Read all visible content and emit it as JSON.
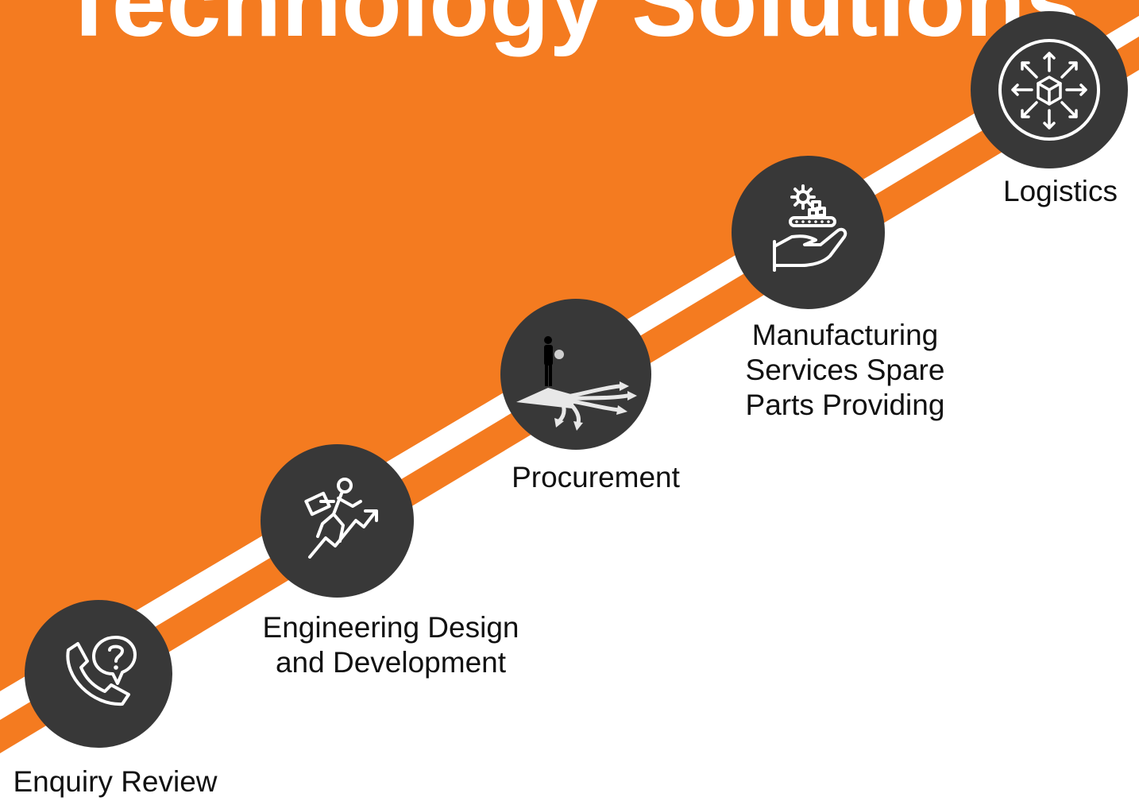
{
  "title": "Technology Solutions",
  "colors": {
    "accent": "#F47B20",
    "circle": "#383838",
    "icon": "#ffffff",
    "text": "#111111",
    "background": "#ffffff"
  },
  "steps": [
    {
      "icon": "phone-question-icon",
      "lines": [
        "Enquiry Review"
      ]
    },
    {
      "icon": "climbing-growth-icon",
      "lines": [
        "Engineering Design",
        "and Development"
      ]
    },
    {
      "icon": "crossroads-decision-icon",
      "lines": [
        "Procurement"
      ]
    },
    {
      "icon": "hand-gear-conveyor-icon",
      "lines": [
        "Manufacturing",
        "Services Spare",
        "Parts Providing"
      ]
    },
    {
      "icon": "package-distribution-icon",
      "lines": [
        "Logistics"
      ]
    }
  ]
}
